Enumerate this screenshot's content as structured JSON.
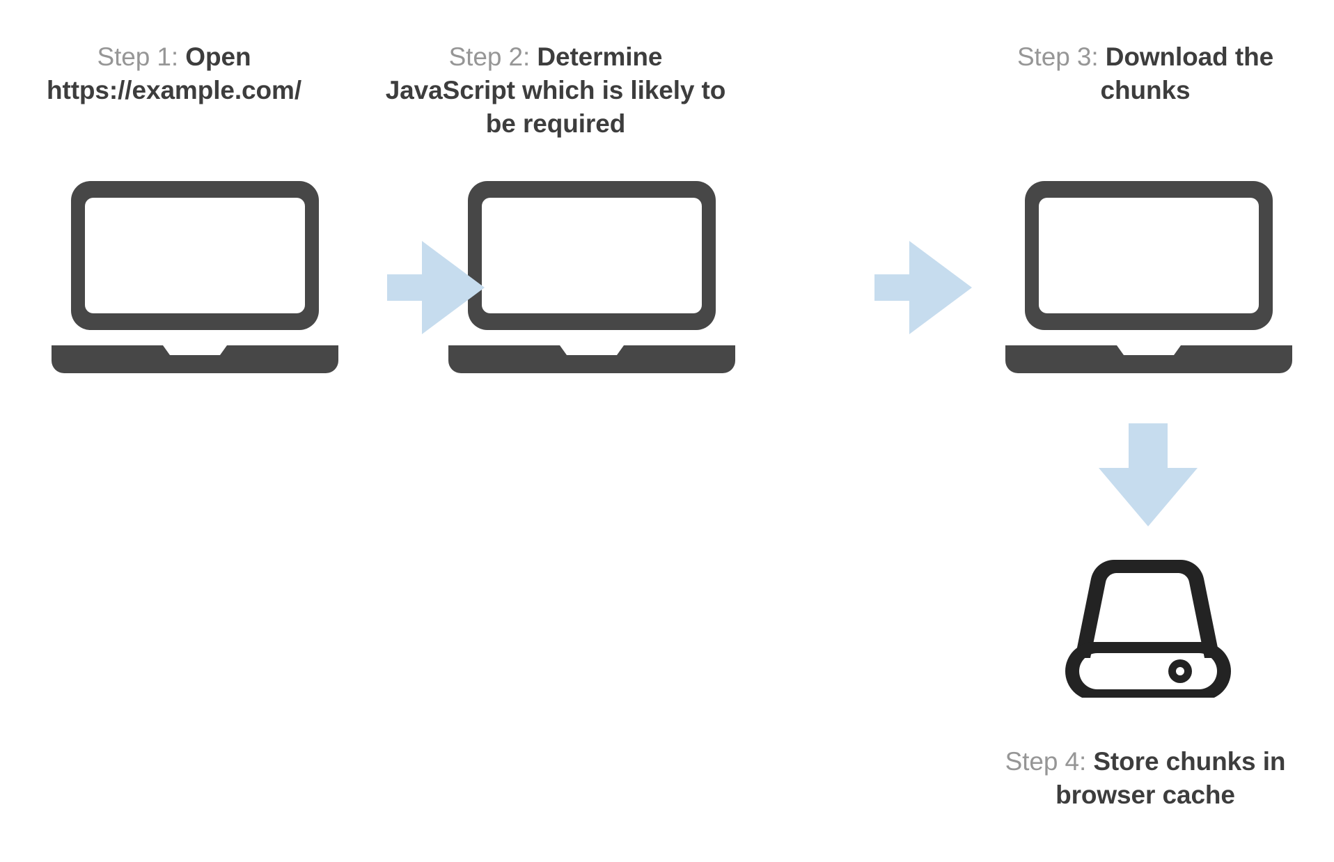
{
  "diagram": {
    "title_sequence": "Browser JavaScript chunk caching flow",
    "background_color": "#ffffff",
    "colors": {
      "step_label_gray": "#969696",
      "step_text_dark": "#3d3d3d",
      "arrow_blue": "#c6dcee",
      "laptop_outline": "#474747",
      "laptop_screen_fill": "#ffffff",
      "disk_outline": "#232323"
    },
    "steps": [
      {
        "id": "step-1",
        "label": "Step 1:",
        "text": "Open https://example.com/",
        "icon": "laptop-icon"
      },
      {
        "id": "step-2",
        "label": "Step 2:",
        "text": "Determine JavaScript which is likely to be required",
        "icon": "laptop-icon"
      },
      {
        "id": "step-3",
        "label": "Step 3:",
        "text": "Download the chunks",
        "icon": "laptop-icon"
      },
      {
        "id": "step-4",
        "label": "Step 4:",
        "text": "Store chunks in browser cache",
        "icon": "disk-drive-icon"
      }
    ],
    "connectors": [
      {
        "id": "arrow-1",
        "icon": "arrow-right-icon",
        "from": "step-1",
        "to": "step-2",
        "direction": "right"
      },
      {
        "id": "arrow-2",
        "icon": "arrow-right-icon",
        "from": "step-2",
        "to": "step-3",
        "direction": "right"
      },
      {
        "id": "arrow-3",
        "icon": "arrow-down-icon",
        "from": "step-3",
        "to": "step-4",
        "direction": "down"
      }
    ]
  }
}
